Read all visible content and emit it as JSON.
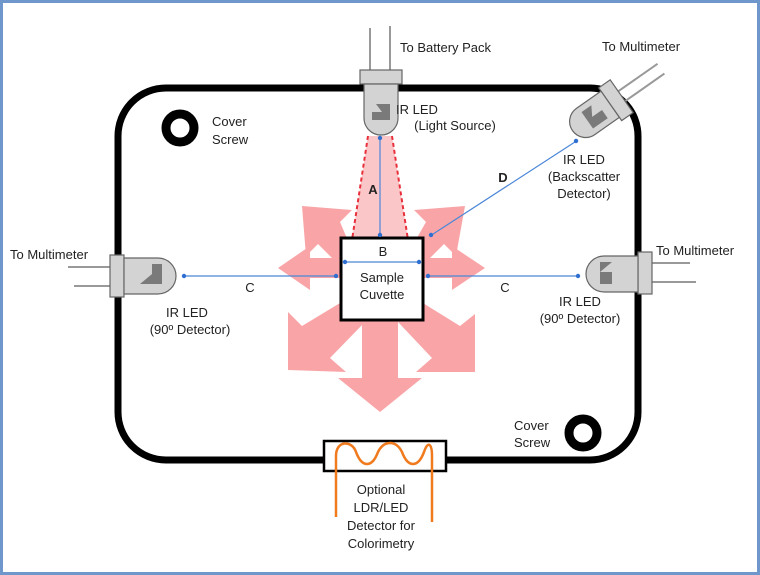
{
  "diagram": {
    "title": "IR LED nephelometer / turbidity sensor layout",
    "colors": {
      "frame_border": "#6f97cc",
      "enclosure": "#000000",
      "scatter_arrows": "#f9a5a8",
      "light_beam": "#fbc6c8",
      "beam_edge": "#e8303c",
      "distance_lines": "#4a86d8",
      "ldr_wire": "#f07a1e",
      "led_body": "#d3d3d3",
      "led_chip": "#7a7a7a"
    },
    "labels": {
      "battery": "To Battery Pack",
      "source_line1": "IR LED",
      "source_line2": "(Light Source)",
      "mm_top": "To Multimeter",
      "backscatter_line1": "IR LED",
      "backscatter_line2": "(Backscatter",
      "backscatter_line3": "Detector)",
      "mm_left": "To Multimeter",
      "left_det_line1": "IR LED",
      "left_det_line2": "(90º Detector)",
      "mm_right": "To Multimeter",
      "right_det_line1": "IR LED",
      "right_det_line2": "(90º Detector)",
      "cuvette_line1": "Sample",
      "cuvette_line2": "Cuvette",
      "screw_tl_line1": "Cover",
      "screw_tl_line2": "Screw",
      "screw_br_line1": "Cover",
      "screw_br_line2": "Screw",
      "ldr_line1": "Optional",
      "ldr_line2": "LDR/LED",
      "ldr_line3": "Detector for",
      "ldr_line4": "Colorimetry",
      "dist_a": "A",
      "dist_b": "B",
      "dist_c_left": "C",
      "dist_c_right": "C",
      "dist_d": "D"
    }
  }
}
